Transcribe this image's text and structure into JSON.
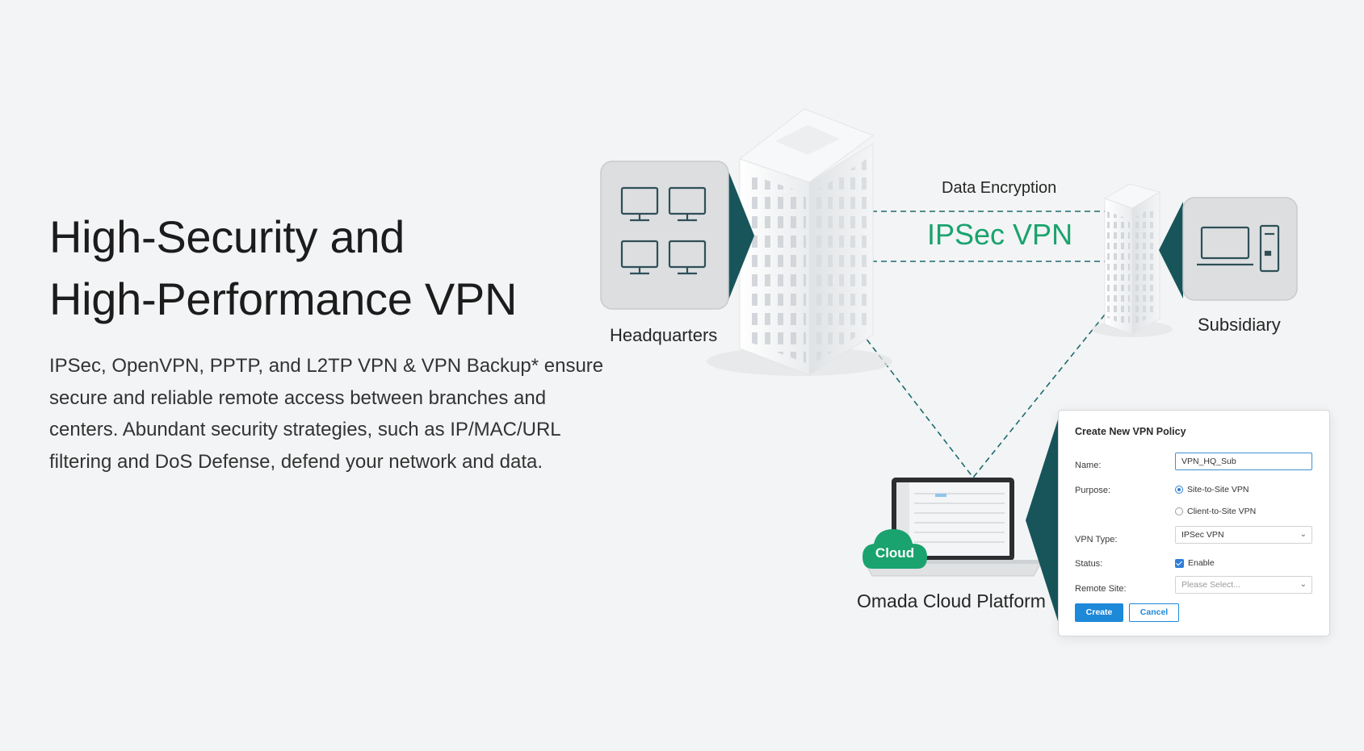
{
  "headline": {
    "line1": "High-Security and",
    "line2": "High-Performance VPN"
  },
  "description": "IPSec, OpenVPN, PPTP, and L2TP VPN & VPN Backup* ensure secure and reliable remote access between branches and centers. Abundant security strategies, such as IP/MAC/URL filtering and DoS Defense, defend your network and data.",
  "diagram": {
    "hq_label": "Headquarters",
    "subsidiary_label": "Subsidiary",
    "encryption_label": "Data Encryption",
    "vpn_label": "IPSec VPN",
    "cloud_badge": "Cloud",
    "platform_label": "Omada Cloud Platform",
    "accent_color": "#1aa36e",
    "connector_color": "#1b6b6f"
  },
  "dialog": {
    "title": "Create New VPN Policy",
    "name_label": "Name:",
    "name_value": "VPN_HQ_Sub",
    "purpose_label": "Purpose:",
    "purpose_options": [
      "Site-to-Site VPN",
      "Client-to-Site VPN"
    ],
    "purpose_selected": "Site-to-Site VPN",
    "vpn_type_label": "VPN Type:",
    "vpn_type_value": "IPSec VPN",
    "status_label": "Status:",
    "status_value": "Enable",
    "remote_site_label": "Remote Site:",
    "remote_site_placeholder": "Please Select...",
    "create_button": "Create",
    "cancel_button": "Cancel",
    "button_color": "#1e88d9"
  }
}
